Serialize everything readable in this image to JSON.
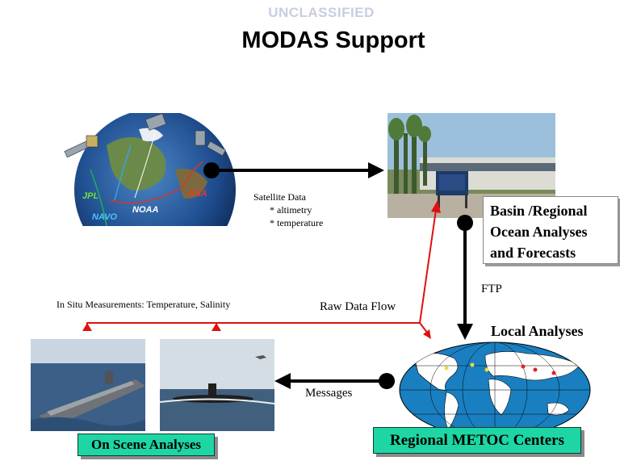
{
  "header": {
    "classification": "UNCLASSIFIED",
    "title": "MODAS Support"
  },
  "satellite_panel": {
    "agencies": [
      "JPL",
      "NAVO",
      "NOAA",
      "ESA"
    ],
    "caption_title": "Satellite Data",
    "caption_items": [
      "* altimetry",
      "* temperature"
    ]
  },
  "basin_box": {
    "lines": [
      "Basin /Regional",
      "Ocean Analyses",
      "and Forecasts"
    ]
  },
  "labels": {
    "ftp": "FTP",
    "raw_data_flow": "Raw Data Flow",
    "in_situ": "In Situ Measurements: Temperature, Salinity",
    "local_analyses": "Local Analyses",
    "messages": "Messages",
    "on_scene": "On Scene Analyses",
    "regional_centers": "Regional METOC Centers"
  }
}
